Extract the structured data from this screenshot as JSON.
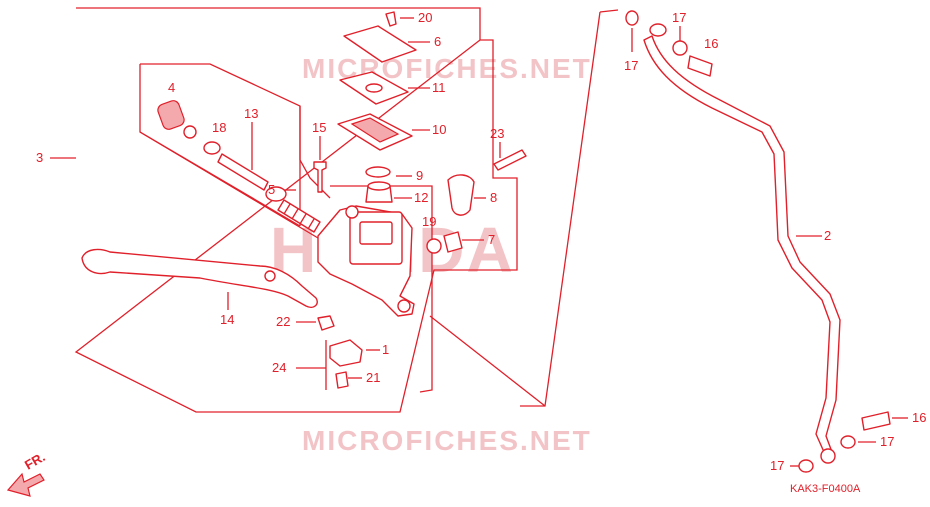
{
  "watermarks": {
    "top": "MICROFICHES.NET",
    "bottom": "MICROFICHES.NET",
    "center": "HONDA"
  },
  "diagram_code": "KAK3-F0400A",
  "direction_label": "FR.",
  "callouts": {
    "c1": "1",
    "c2": "2",
    "c3": "3",
    "c4": "4",
    "c5": "5",
    "c6": "6",
    "c7": "7",
    "c8": "8",
    "c9": "9",
    "c10": "10",
    "c11": "11",
    "c12": "12",
    "c13": "13",
    "c14": "14",
    "c15": "15",
    "c16a": "16",
    "c16b": "16",
    "c17a": "17",
    "c17b": "17",
    "c17c": "17",
    "c17d": "17",
    "c18": "18",
    "c19": "19",
    "c20": "20",
    "c21": "21",
    "c22": "22",
    "c23": "23",
    "c24": "24"
  }
}
